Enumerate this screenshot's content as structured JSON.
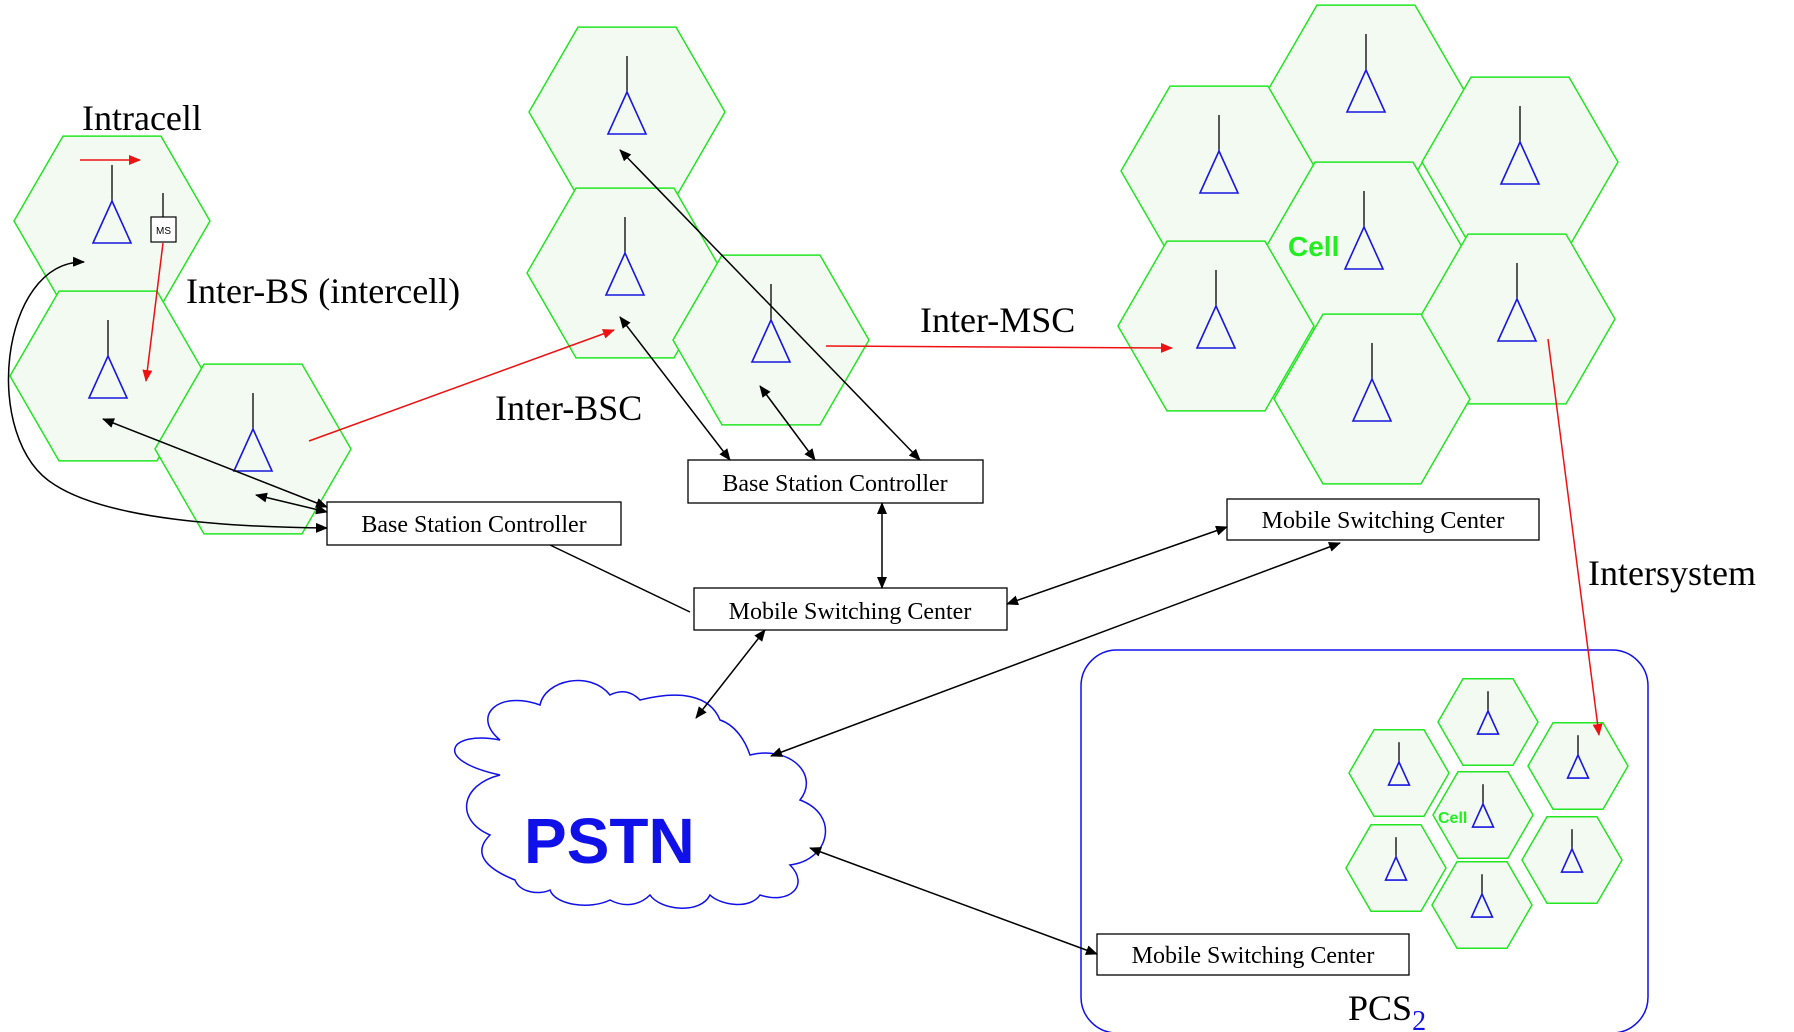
{
  "labels": {
    "intracell": "Intracell",
    "inter_bs": "Inter-BS (intercell)",
    "inter_bsc": "Inter-BSC",
    "inter_msc": "Inter-MSC",
    "intersystem": "Intersystem",
    "pcs": "PCS",
    "pcs_sub": "2"
  },
  "mobile_station": "MS",
  "cell_label": "Cell",
  "cell_label_small": "Cell",
  "pstn": "PSTN",
  "boxes": {
    "bsc_left": "Base Station Controller",
    "bsc_center": "Base Station Controller",
    "msc_center": "Mobile Switching Center",
    "msc_right": "Mobile Switching Center",
    "msc_pcs": "Mobile Switching Center"
  },
  "colors": {
    "hex_stroke": "#22e622",
    "hex_fill": "#f3faf1",
    "antenna": "#1818e0",
    "handoff_arrow": "#ee1111",
    "link_arrow": "#000000",
    "pstn": "#1010e8",
    "pcs_border": "#1010e8"
  }
}
